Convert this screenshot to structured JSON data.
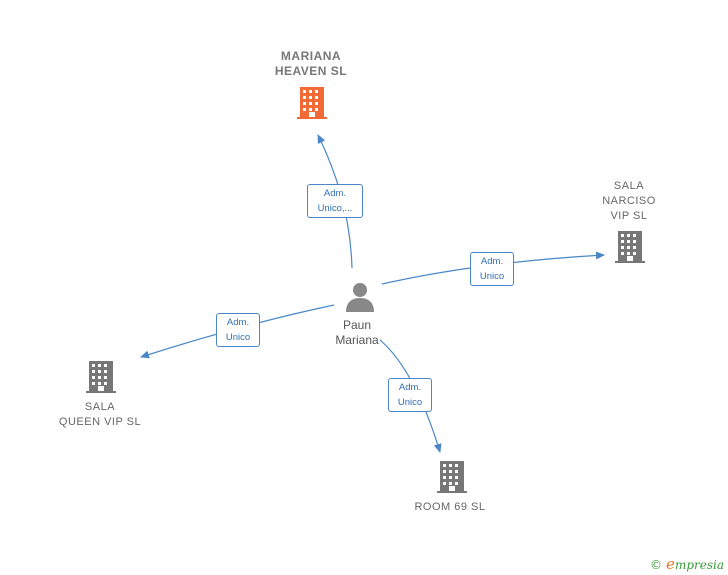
{
  "center": {
    "name": "Paun\nMariana",
    "icon": "person-icon"
  },
  "companies": [
    {
      "id": "mariana-heaven",
      "name": "MARIANA\nHEAVEN  SL",
      "icon": "building-icon",
      "color": "#f26a35",
      "primary": true
    },
    {
      "id": "sala-narciso",
      "name": "SALA\nNARCISO\nVIP  SL",
      "icon": "building-icon",
      "color": "#777777",
      "primary": false
    },
    {
      "id": "sala-queen",
      "name": "SALA\nQUEEN VIP  SL",
      "icon": "building-icon",
      "color": "#777777",
      "primary": false
    },
    {
      "id": "room-69",
      "name": "ROOM 69  SL",
      "icon": "building-icon",
      "color": "#777777",
      "primary": false
    }
  ],
  "edges": [
    {
      "to": "mariana-heaven",
      "label": "Adm.\nUnico,..."
    },
    {
      "to": "sala-narciso",
      "label": "Adm.\nUnico"
    },
    {
      "to": "sala-queen",
      "label": "Adm.\nUnico"
    },
    {
      "to": "room-69",
      "label": "Adm.\nUnico"
    }
  ],
  "colors": {
    "edge": "#4a86c8",
    "person": "#888888"
  },
  "footer": {
    "copyright": "©",
    "brand_first": "e",
    "brand_rest": "mpresia"
  }
}
